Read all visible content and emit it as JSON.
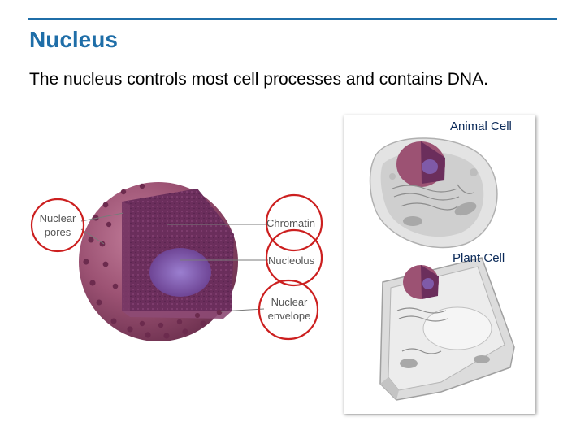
{
  "title": "Nucleus",
  "body_text": "The nucleus controls most cell processes and contains DNA.",
  "colors": {
    "title_blue": "#1f6ea8",
    "rule_blue": "#1f6ea8",
    "circle_red": "#cc1f1f",
    "nucleus_pink": "#9c5273",
    "interior_purple": "#6b2e5c",
    "nucleolus_purple": "#7f5aa8",
    "caption_navy": "#0b2a59"
  },
  "diagram": {
    "labels": {
      "nuclear_pores": "Nuclear pores",
      "chromatin": "Chromatin",
      "nucleolus": "Nucleolus",
      "nuclear_envelope": "Nuclear envelope"
    }
  },
  "cells": {
    "animal_caption": "Animal Cell",
    "plant_caption": "Plant Cell"
  }
}
